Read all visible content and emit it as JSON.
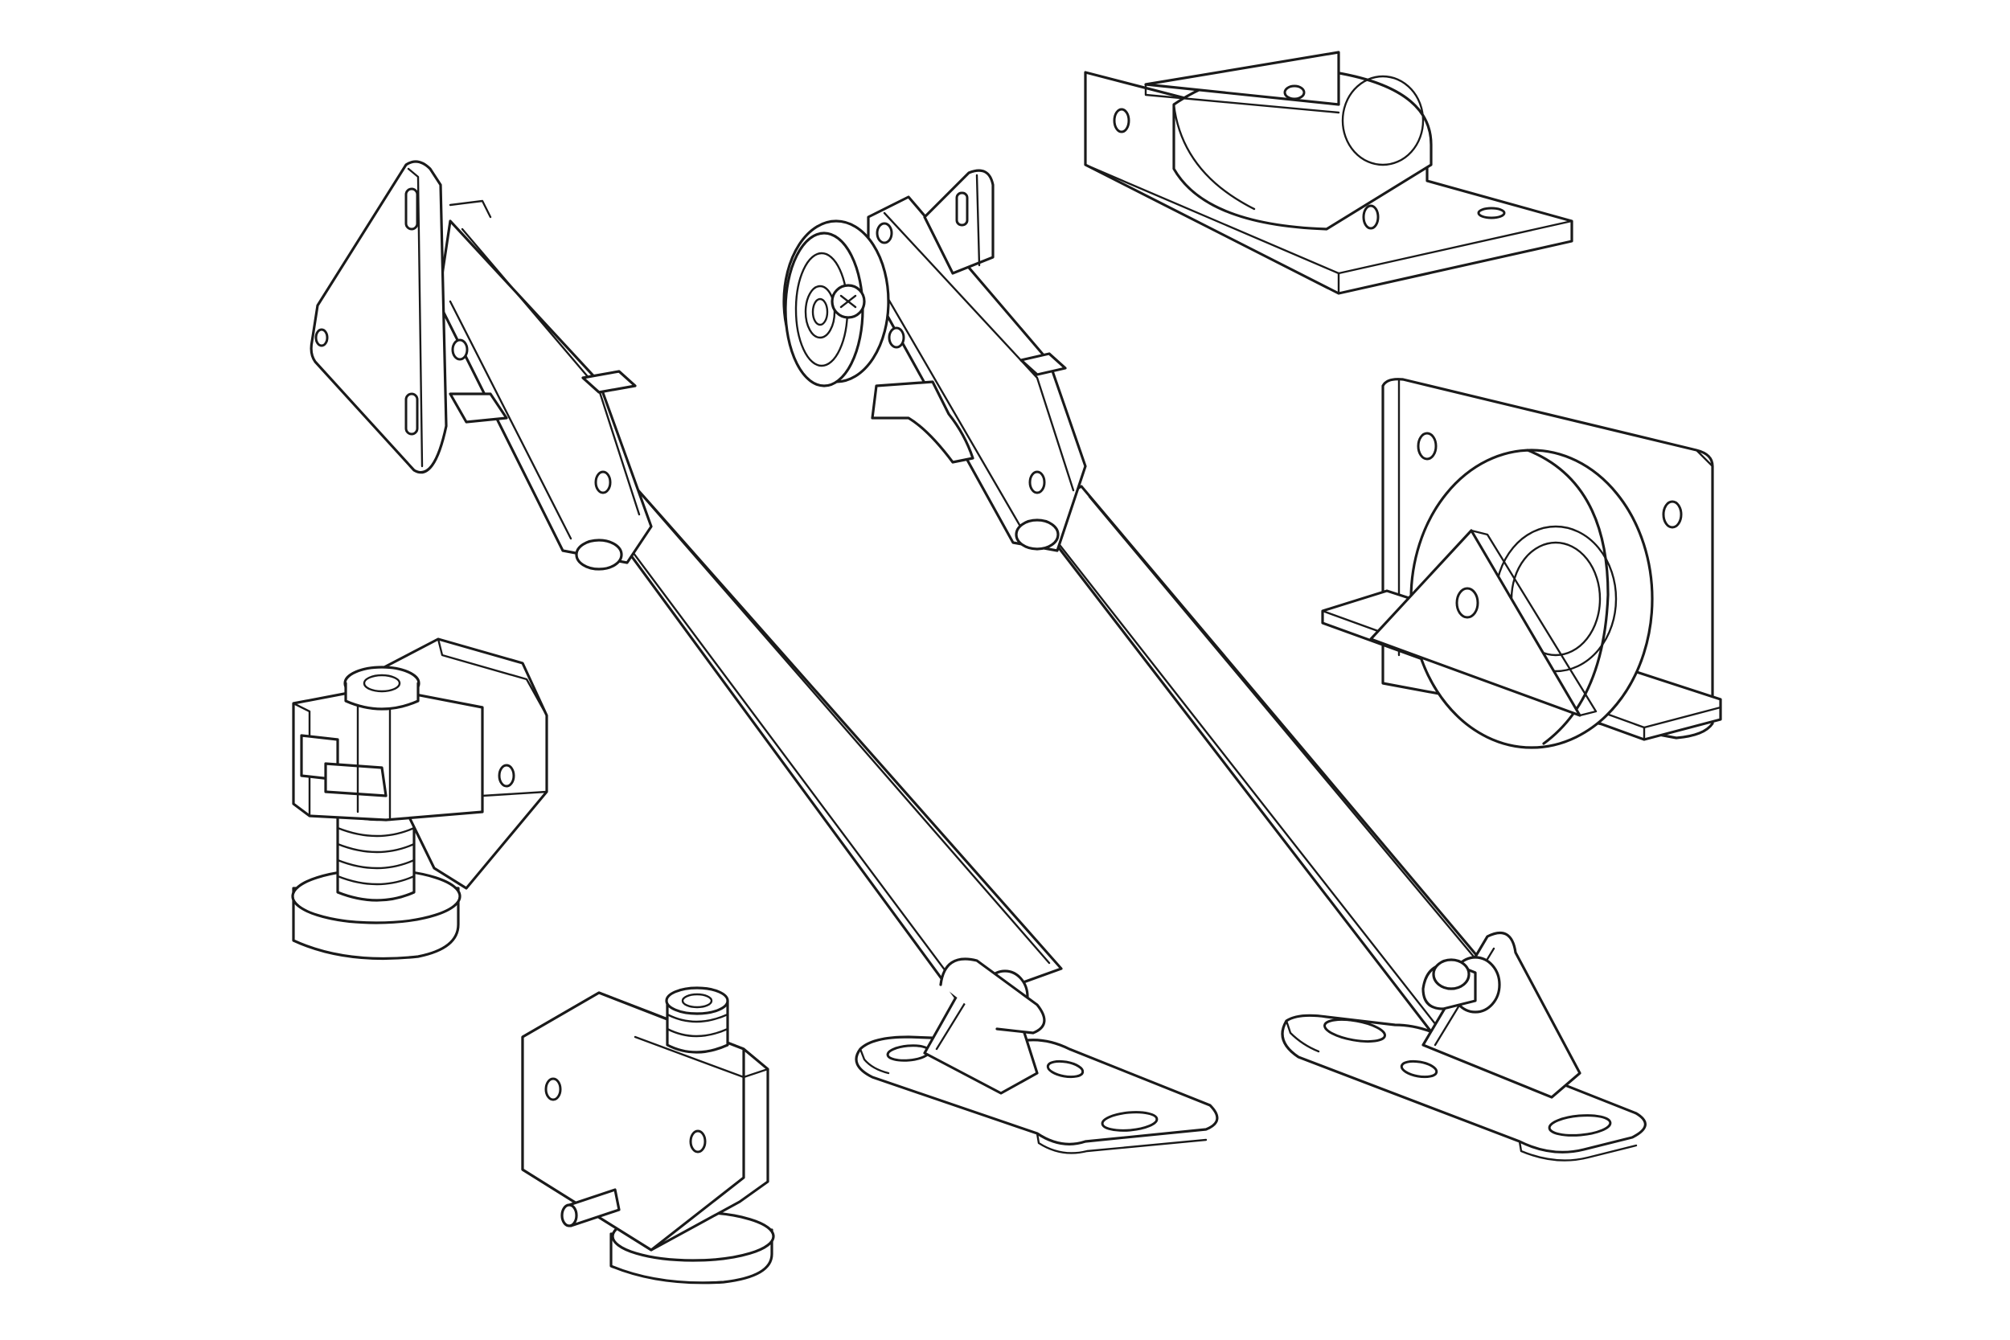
{
  "figure": {
    "background": "#ffffff",
    "line_color": "#1a1a1a",
    "parts": [
      {
        "id": "lid-stay-left",
        "kind": "lid stay with round pivot plate"
      },
      {
        "id": "lid-stay-right",
        "kind": "lid stay with roller wheel"
      },
      {
        "id": "roller-bracket-top",
        "kind": "roller on angle bracket (horizontal)"
      },
      {
        "id": "roller-bracket-right",
        "kind": "roller on angle bracket (vertical plate)"
      },
      {
        "id": "leveling-foot-left",
        "kind": "adjustable leveling foot"
      },
      {
        "id": "leveling-foot-bottom",
        "kind": "adjustable leveling foot with pin"
      }
    ]
  }
}
